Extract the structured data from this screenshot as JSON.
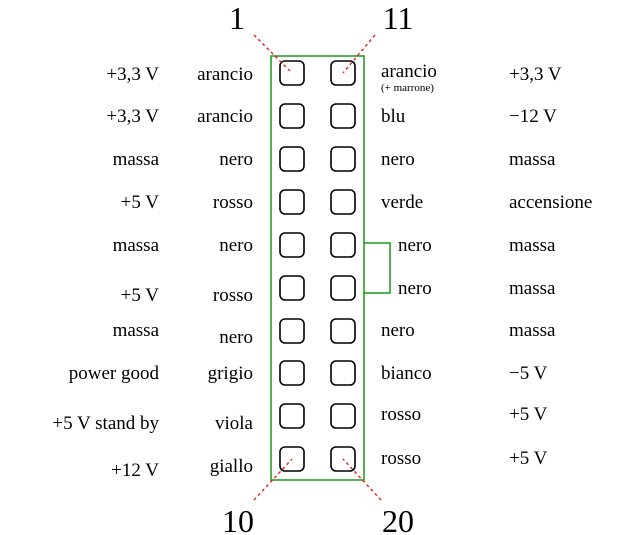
{
  "pin_numbers": {
    "top_left": "1",
    "top_right": "11",
    "bottom_left": "10",
    "bottom_right": "20"
  },
  "left_rows": [
    {
      "voltage": "+3,3 V",
      "color": "arancio"
    },
    {
      "voltage": "+3,3 V",
      "color": "arancio"
    },
    {
      "voltage": "massa",
      "color": "nero"
    },
    {
      "voltage": "+5 V",
      "color": "rosso"
    },
    {
      "voltage": "massa",
      "color": "nero"
    },
    {
      "voltage": "+5 V",
      "color": "rosso"
    },
    {
      "voltage": "massa",
      "color": "nero"
    },
    {
      "voltage": "power good",
      "color": "grigio"
    },
    {
      "voltage": "+5 V stand by",
      "color": "viola"
    },
    {
      "voltage": "+12 V",
      "color": "giallo"
    }
  ],
  "right_rows": [
    {
      "color": "arancio",
      "note": "(+ marrone)",
      "function": "+3,3 V"
    },
    {
      "color": "blu",
      "function": "−12 V"
    },
    {
      "color": "nero",
      "function": "massa"
    },
    {
      "color": "verde",
      "function": "accensione"
    },
    {
      "color": "nero",
      "function": "massa"
    },
    {
      "color": "nero",
      "function": "massa"
    },
    {
      "color": "nero",
      "function": "massa"
    },
    {
      "color": "bianco",
      "function": "−5 V"
    },
    {
      "color": "rosso",
      "function": "+5 V"
    },
    {
      "color": "rosso",
      "function": "+5 V"
    }
  ],
  "colors": {
    "connector_outline": "#1a9a1a",
    "pin_marker": "#e02020"
  }
}
